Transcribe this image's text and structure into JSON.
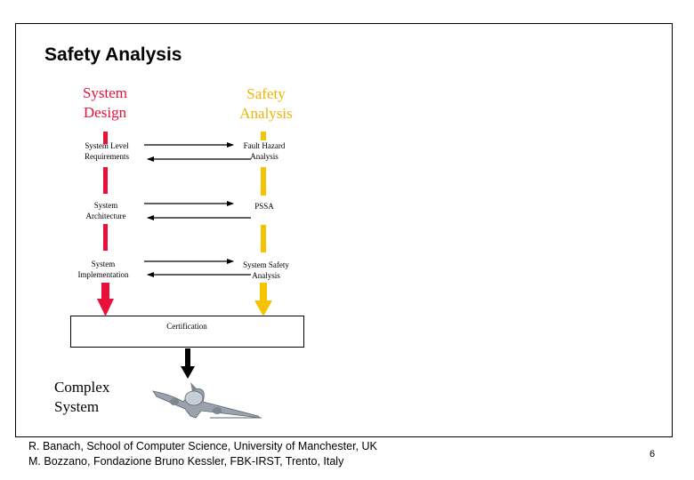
{
  "slide": {
    "title": "Safety Analysis",
    "page_number": "6"
  },
  "diagram": {
    "system_design_header": [
      "System",
      "Design"
    ],
    "safety_analysis_header": [
      "Safety",
      "Analysis"
    ],
    "rows": [
      {
        "left": [
          "System Level",
          "Requirements"
        ],
        "right": [
          "Fault Hazard",
          "Analysis"
        ]
      },
      {
        "left": [
          "System",
          "Architecture"
        ],
        "right": [
          "PSSA"
        ]
      },
      {
        "left": [
          "System",
          "Implementation"
        ],
        "right": [
          "System Safety",
          "Analysis"
        ]
      }
    ],
    "certification_label": "Certification",
    "outcome_label": [
      "Complex",
      "System"
    ],
    "colors": {
      "system_design": "#e8113a",
      "safety_analysis": "#f5c400",
      "arrows": "#000000"
    }
  },
  "footer": {
    "line1": "R. Banach, School of Computer Science, University of Manchester, UK",
    "line2": "M. Bozzano, Fondazione Bruno Kessler, FBK-IRST, Trento, Italy"
  }
}
